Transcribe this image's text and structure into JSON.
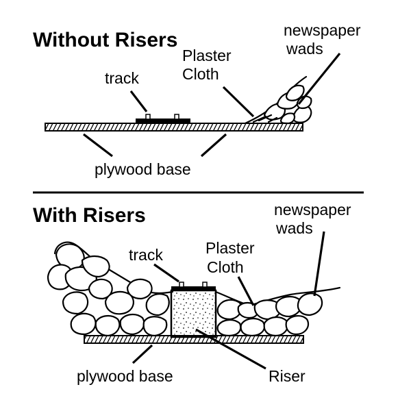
{
  "top_panel": {
    "title": "Without Risers",
    "labels": {
      "newspaper_line1": "newspaper",
      "newspaper_line2": "wads",
      "plaster_line1": "Plaster",
      "plaster_line2": "Cloth",
      "track": "track",
      "plywood": "plywood base"
    }
  },
  "bottom_panel": {
    "title": "With Risers",
    "labels": {
      "newspaper_line1": "newspaper",
      "newspaper_line2": "wads",
      "plaster_line1": "Plaster",
      "plaster_line2": "Cloth",
      "track": "track",
      "plywood": "plywood base",
      "riser": "Riser"
    }
  },
  "colors": {
    "ink": "#000000",
    "paper": "#ffffff"
  }
}
